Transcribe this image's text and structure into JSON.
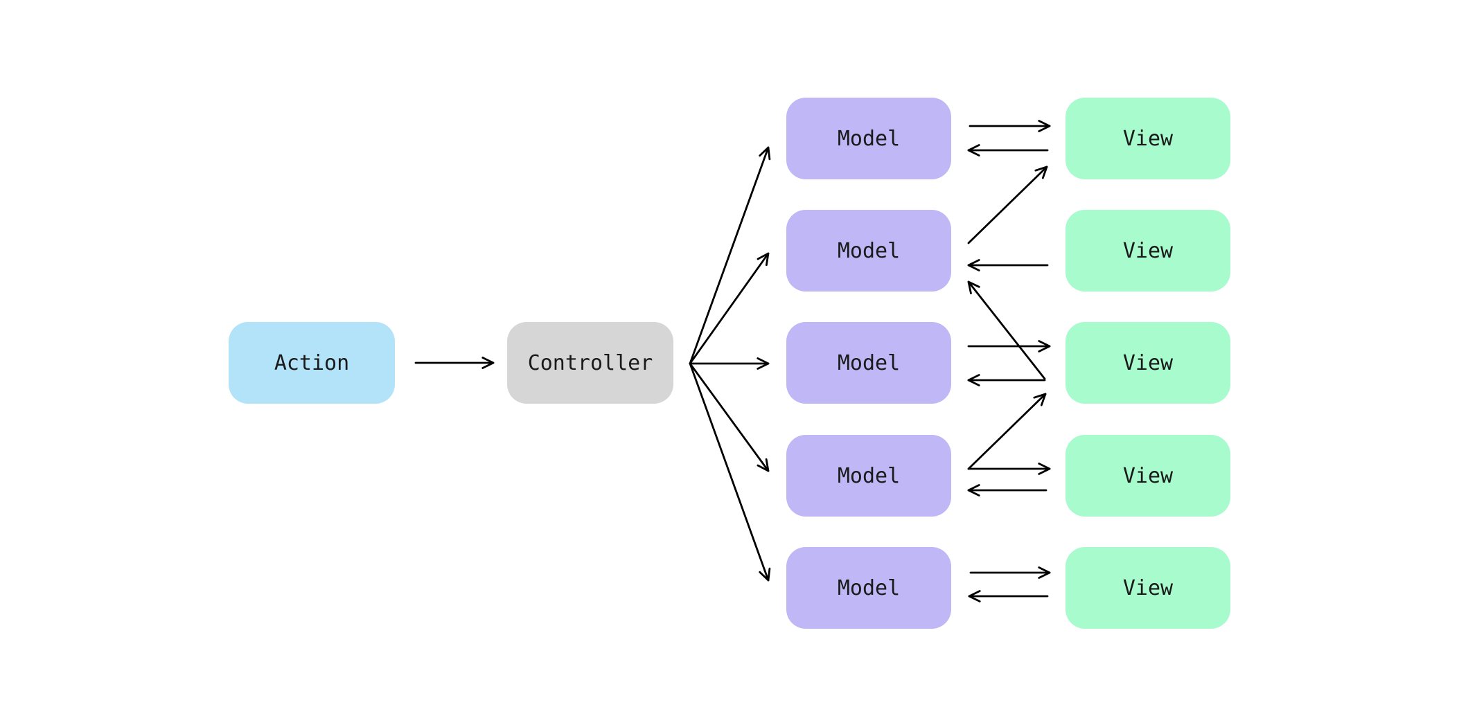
{
  "diagram": {
    "background": "#ffffff",
    "arrow_color": "#000000",
    "text_color": "#1a1a1a",
    "nodes": {
      "action": {
        "label": "Action",
        "fill": "#b2e3f8"
      },
      "controller": {
        "label": "Controller",
        "fill": "#d6d6d6"
      },
      "models": [
        {
          "label": "Model",
          "fill": "#c0b7f7"
        },
        {
          "label": "Model",
          "fill": "#c0b7f7"
        },
        {
          "label": "Model",
          "fill": "#c0b7f7"
        },
        {
          "label": "Model",
          "fill": "#c0b7f7"
        },
        {
          "label": "Model",
          "fill": "#c0b7f7"
        }
      ],
      "views": [
        {
          "label": "View",
          "fill": "#a7fbcd"
        },
        {
          "label": "View",
          "fill": "#a7fbcd"
        },
        {
          "label": "View",
          "fill": "#a7fbcd"
        },
        {
          "label": "View",
          "fill": "#a7fbcd"
        },
        {
          "label": "View",
          "fill": "#a7fbcd"
        }
      ]
    },
    "edges": [
      {
        "from": "action",
        "to": "controller"
      },
      {
        "from": "controller",
        "to": "model-1"
      },
      {
        "from": "controller",
        "to": "model-2"
      },
      {
        "from": "controller",
        "to": "model-3"
      },
      {
        "from": "controller",
        "to": "model-4"
      },
      {
        "from": "controller",
        "to": "model-5"
      },
      {
        "from": "model-1",
        "to": "view-1"
      },
      {
        "from": "view-1",
        "to": "model-1"
      },
      {
        "from": "model-2",
        "to": "view-1"
      },
      {
        "from": "view-2",
        "to": "model-2"
      },
      {
        "from": "view-3",
        "to": "model-2"
      },
      {
        "from": "model-3",
        "to": "view-3"
      },
      {
        "from": "view-3",
        "to": "model-3"
      },
      {
        "from": "model-4",
        "to": "view-3"
      },
      {
        "from": "model-4",
        "to": "view-4"
      },
      {
        "from": "view-4",
        "to": "model-4"
      },
      {
        "from": "model-5",
        "to": "view-5"
      },
      {
        "from": "view-5",
        "to": "model-5"
      }
    ]
  }
}
